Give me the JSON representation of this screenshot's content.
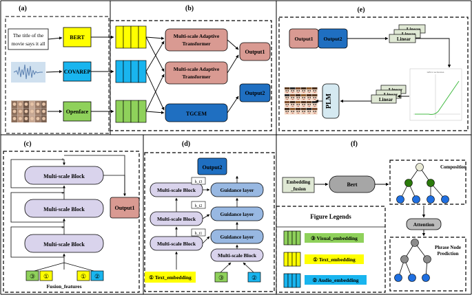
{
  "panels": {
    "a": "(a)",
    "b": "(b)",
    "c": "(c)",
    "d": "(d)",
    "e": "(e)",
    "f": "(f)"
  },
  "panel_a": {
    "text_input_line1": "The title of the",
    "text_input_line2": "movie says it all",
    "bert": "BERT",
    "covarep": "COVAREP",
    "openface": "Openface"
  },
  "panel_b": {
    "msat1_line1": "Multi-scale Adaptive",
    "msat1_line2": "Transformer",
    "msat2_line1": "Multi-scale Adaptive",
    "msat2_line2": "Transformer",
    "tgcem": "TGCEM",
    "output1": "Output1",
    "output2": "Output2"
  },
  "panel_c": {
    "block1": "Multi-scale Block",
    "block2": "Multi-scale Block",
    "block3": "Multi-scale Block",
    "plus": "+",
    "output1": "Output1",
    "fusion_label": "Fusion_features",
    "badges": [
      "③",
      "①",
      "①",
      "②"
    ]
  },
  "panel_d": {
    "output2": "Output2",
    "ms_block1": "Multi-scale Block",
    "ms_block2": "Multi-scale Block",
    "ms_block3": "Multi-scale Block",
    "ms_block_bottom": "Multi-scale Block",
    "guidance1": "Guidance layer",
    "guidance2": "Guidance layer",
    "guidance3": "Guidance layer",
    "h_t3": "h_t3",
    "h_t2": "h_t2",
    "h_t1": "h_t1",
    "text_embedding": "① Text_embedding",
    "badge3": "③",
    "badge2": "②"
  },
  "panel_e": {
    "output1": "Output1",
    "output2": "Output2",
    "linear": "Linear",
    "plm": "PLM",
    "plot_title": "GELU Activation"
  },
  "panel_f": {
    "embedding_line1": "Embedding",
    "embedding_line2": "_fusion",
    "bert": "Bert",
    "composition": "Composition",
    "attention": "Attention",
    "phrase_line1": "Phrase Node",
    "phrase_line2": "Prediction",
    "legends_title": "Figure Legends",
    "legend_visual": "③ Visual_embedding",
    "legend_text": "① Text_embedding",
    "legend_audio": "② Audio_embedding"
  },
  "colors": {
    "yellow": "#ffff00",
    "blue": "#19b5ef",
    "green": "#8fd15b",
    "salmon": "#d99a92",
    "navy": "#1f6fc1",
    "lavender": "#d9d3ec",
    "guidance": "#98b8e2"
  }
}
